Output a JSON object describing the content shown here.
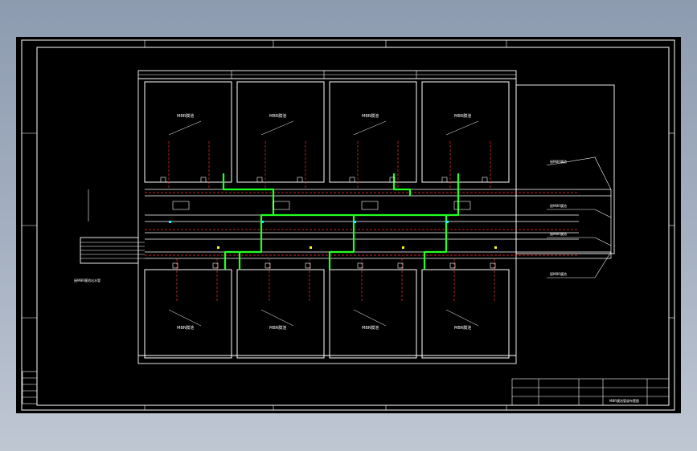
{
  "app": {
    "name": "CAD drawing viewer"
  },
  "colors": {
    "background_outer": "#a4afc0",
    "canvas": "#000000",
    "line_white": "#ffffff",
    "pipe_green": "#22ff22",
    "pipe_red": "#ff3030",
    "cyan": "#00ffff",
    "yellow": "#ffff00"
  },
  "drawing": {
    "rooms_top": [
      {
        "label": "MBR膜池"
      },
      {
        "label": "MBR膜池"
      },
      {
        "label": "MBR膜池"
      },
      {
        "label": "MBR膜池"
      }
    ],
    "rooms_bottom": [
      {
        "label": "MBR膜池"
      },
      {
        "label": "MBR膜池"
      },
      {
        "label": "MBR膜池"
      },
      {
        "label": "MBR膜池"
      }
    ],
    "right_labels": [
      "接MBR膜池",
      "接MBR膜池",
      "接MBR膜池",
      "接MBR膜池"
    ],
    "left_note": "接MBR膜池出水管",
    "title_block_note": "MBR膜池管道布置图"
  }
}
